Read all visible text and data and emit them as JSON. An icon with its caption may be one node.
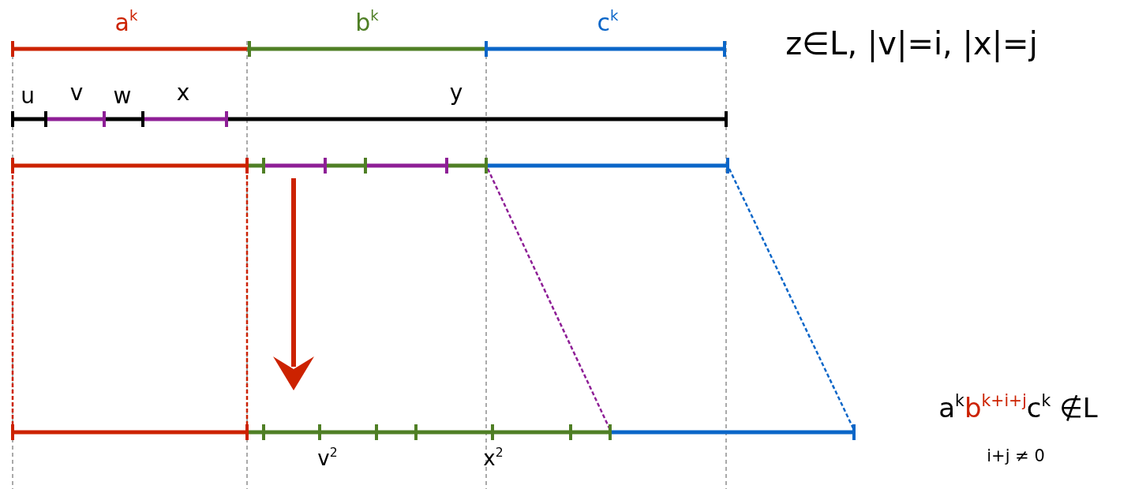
{
  "diagram": {
    "labels": [
      "a$^{k}$",
      "b$^{k}$",
      "c$^{k}$",
      "z∈L,  |v|=i, |x|=j",
      "u",
      "v",
      "w",
      "x",
      "y",
      "a$^{k}$b$^{k+i+j}$c$^{k}$ ∉L",
      "v$^{2}$",
      "x$^{2}$",
      "i+j ≠ 0"
    ]
  }
}
